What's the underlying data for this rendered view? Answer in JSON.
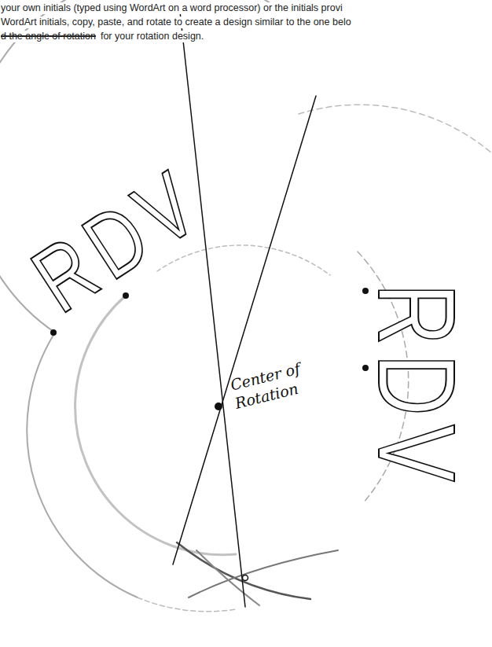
{
  "diagram": {
    "labels": [
      "your own initials (typed using WordArt on a word processor) or the initials provi",
      "WordArt initials, copy, paste, and rotate to create a design similar to the one belo",
      "d the angle of rotation",
      "for your rotation design.",
      "RDV",
      "RDV",
      "Center of Rotation"
    ]
  }
}
